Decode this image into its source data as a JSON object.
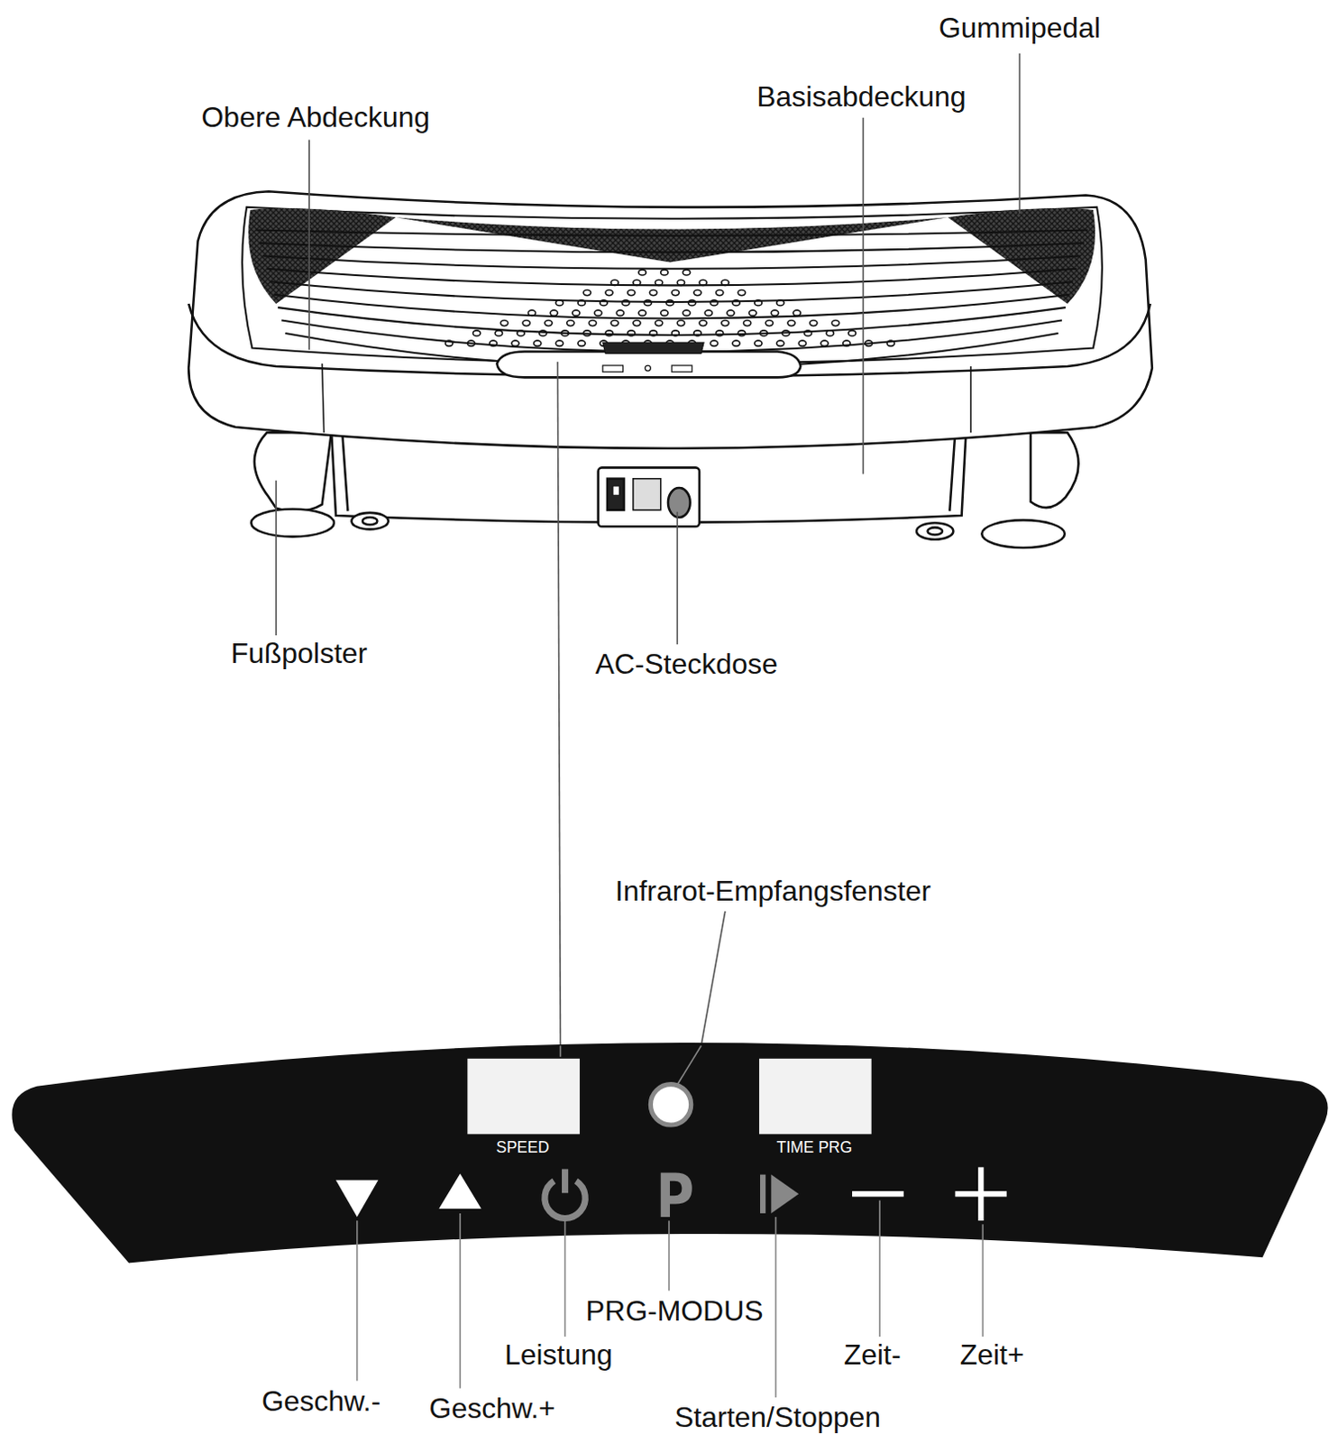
{
  "diagram": {
    "nodes": [
      {
        "text": [
          "SPEED",
          "TIME PRG"
        ]
      }
    ],
    "labels": [
      "Gummipedal",
      "Basisabdeckung",
      "Obere Abdeckung",
      "Fußpolster",
      "AC-Steckdose",
      "Infrarot-Empfangsfenster",
      "PRG-MODUS",
      "Leistung",
      "Zeit-",
      "Zeit+",
      "Geschw.-",
      "Geschw.+",
      "Starten/Stoppen"
    ]
  }
}
